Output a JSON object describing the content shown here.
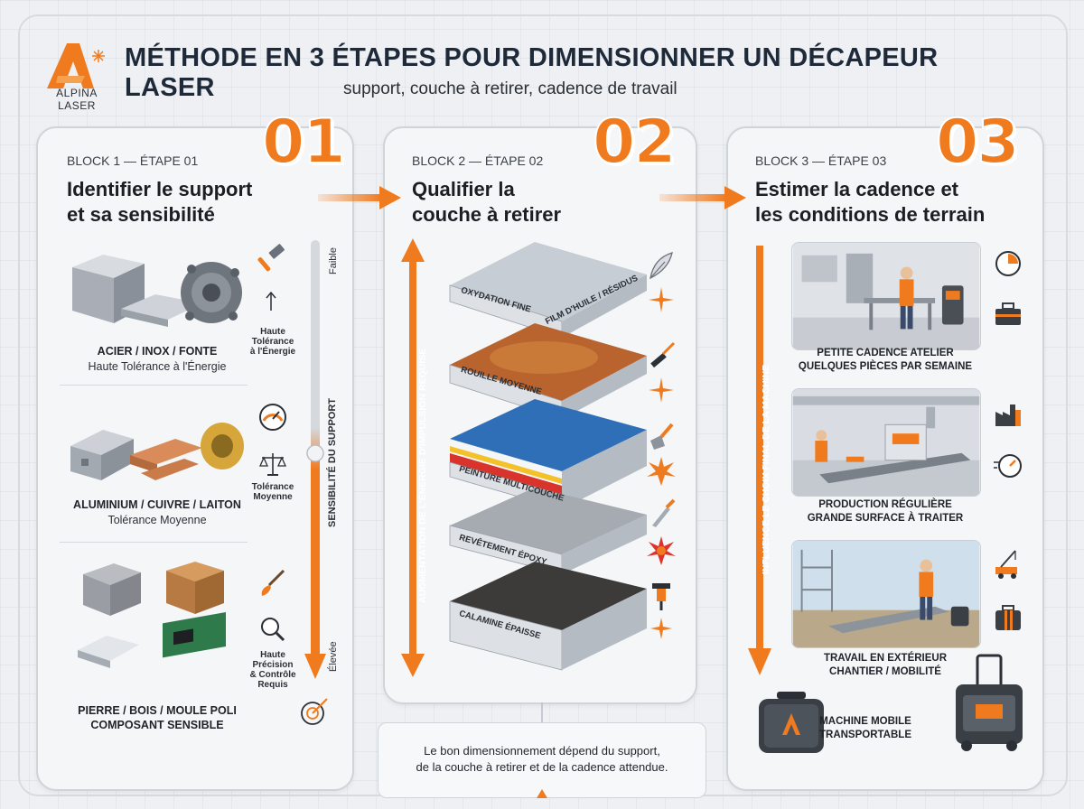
{
  "header": {
    "brand_name": "ALPINA",
    "brand_suffix": "LASER",
    "title": "MÉTHODE EN 3 ÉTAPES POUR DIMENSIONNER UN DÉCAPEUR LASER",
    "subtitle": "support, couche à retirer, cadence de travail"
  },
  "colors": {
    "accent": "#f07b1f",
    "panel": "#f5f6f8",
    "text": "#1f2329"
  },
  "step1": {
    "number": "01",
    "label": "BLOCK 1 — ÉTAPE 01",
    "title_line1": "Identifier le support",
    "title_line2": "et sa sensibilité",
    "scale_label": "SENSIBILITÉ DU SUPPORT",
    "scale_top": "Faible",
    "scale_bottom": "Élevée",
    "materials": [
      {
        "title": "ACIER / INOX / FONTE",
        "subtitle": "Haute Tolérance à l'Énergie",
        "icon": "hammer-icon",
        "icon_label": [
          "Haute",
          "Tolérance",
          "à l'Énergie"
        ]
      },
      {
        "title": "ALUMINIUM / CUIVRE / LAITON",
        "subtitle": "Tolérance Moyenne",
        "icon": "balance-icon",
        "icon_label": [
          "Tolérance",
          "Moyenne"
        ]
      },
      {
        "title_line1": "PIERRE / BOIS / MOULE POLI",
        "title_line2": "COMPOSANT SENSIBLE",
        "icon": "magnifier-icon",
        "icon_label": [
          "Haute",
          "Précision",
          "& Contrôle",
          "Requis"
        ]
      }
    ]
  },
  "step2": {
    "number": "02",
    "label": "BLOCK 2 — ÉTAPE 02",
    "title_line1": "Qualifier la",
    "title_line2": "couche à retirer",
    "scale_label": "AUGMENTATION DE L'ÉNERGIE D'IMPULSION REQUISE",
    "layers": [
      {
        "left": "OXYDATION FINE",
        "right": "FILM D'HUILE / RÉSIDUS"
      },
      {
        "left": "ROUILLE MOYENNE"
      },
      {
        "left": "PEINTURE MULTICOUCHE"
      },
      {
        "left": "REVÊTEMENT ÉPOXY"
      },
      {
        "left": "CALAMINE ÉPAISSE"
      }
    ]
  },
  "step3": {
    "number": "03",
    "label": "BLOCK 3 — ÉTAPE 03",
    "title_line1": "Estimer la cadence et",
    "title_line2": "les conditions de terrain",
    "scale_label": "INFLUENCE LE CHOIX FINAL DE LA MACHINE",
    "scenarios": [
      {
        "line1": "PETITE CADENCE ATELIER",
        "line2": "QUELQUES PIÈCES PAR SEMAINE"
      },
      {
        "line1": "PRODUCTION RÉGULIÈRE",
        "line2": "GRANDE SURFACE À TRAITER"
      },
      {
        "line1": "TRAVAIL EN EXTÉRIEUR",
        "line2": "CHANTIER / MOBILITÉ"
      },
      {
        "line1": "MACHINE MOBILE",
        "line2": "TRANSPORTABLE"
      }
    ]
  },
  "footer": {
    "line1": "Le bon dimensionnement dépend du support,",
    "line2": "de la couche à retirer et de la cadence attendue."
  }
}
